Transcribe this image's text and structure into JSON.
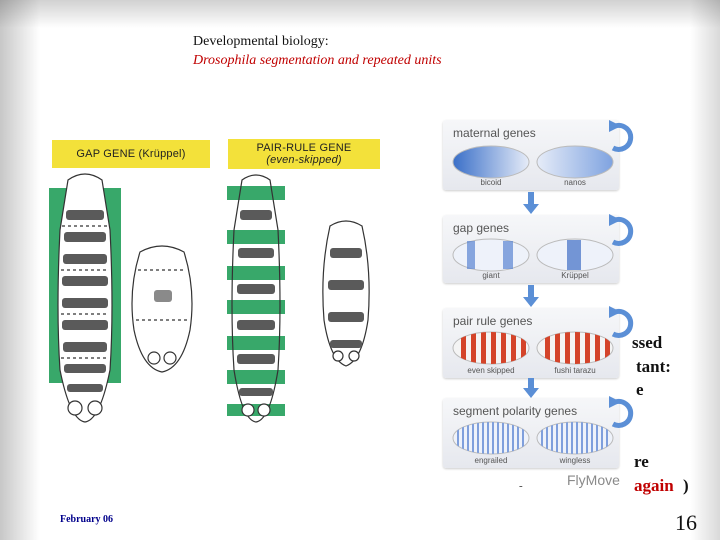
{
  "slide": {
    "title": "Developmental biology:",
    "subtitle": "Drosophila segmentation and repeated units",
    "footer_date": "February 06",
    "page_number": "16",
    "accent_color": "#c00000"
  },
  "figure_left": {
    "gap_banner": "GAP GENE (Krüppel)",
    "pair_banner_line1": "PAIR-RULE GENE",
    "pair_banner_line2": "(even-skipped)"
  },
  "background_text": {
    "frag1": "ssed",
    "frag2": "tant:",
    "frag3": "e",
    "frag4": "re",
    "frag5": "again",
    "frag6": ")",
    "dash": "-"
  },
  "flow": {
    "panels": [
      {
        "title": "maternal genes",
        "left_label": "bicoid",
        "right_label": "nanos"
      },
      {
        "title": "gap genes",
        "left_label": "giant",
        "right_label": "Krüppel"
      },
      {
        "title": "pair rule genes",
        "left_label": "even skipped",
        "right_label": "fushi tarazu"
      },
      {
        "title": "segment polarity genes",
        "left_label": "engrailed",
        "right_label": "wingless"
      }
    ],
    "watermark": "FlyMove"
  }
}
